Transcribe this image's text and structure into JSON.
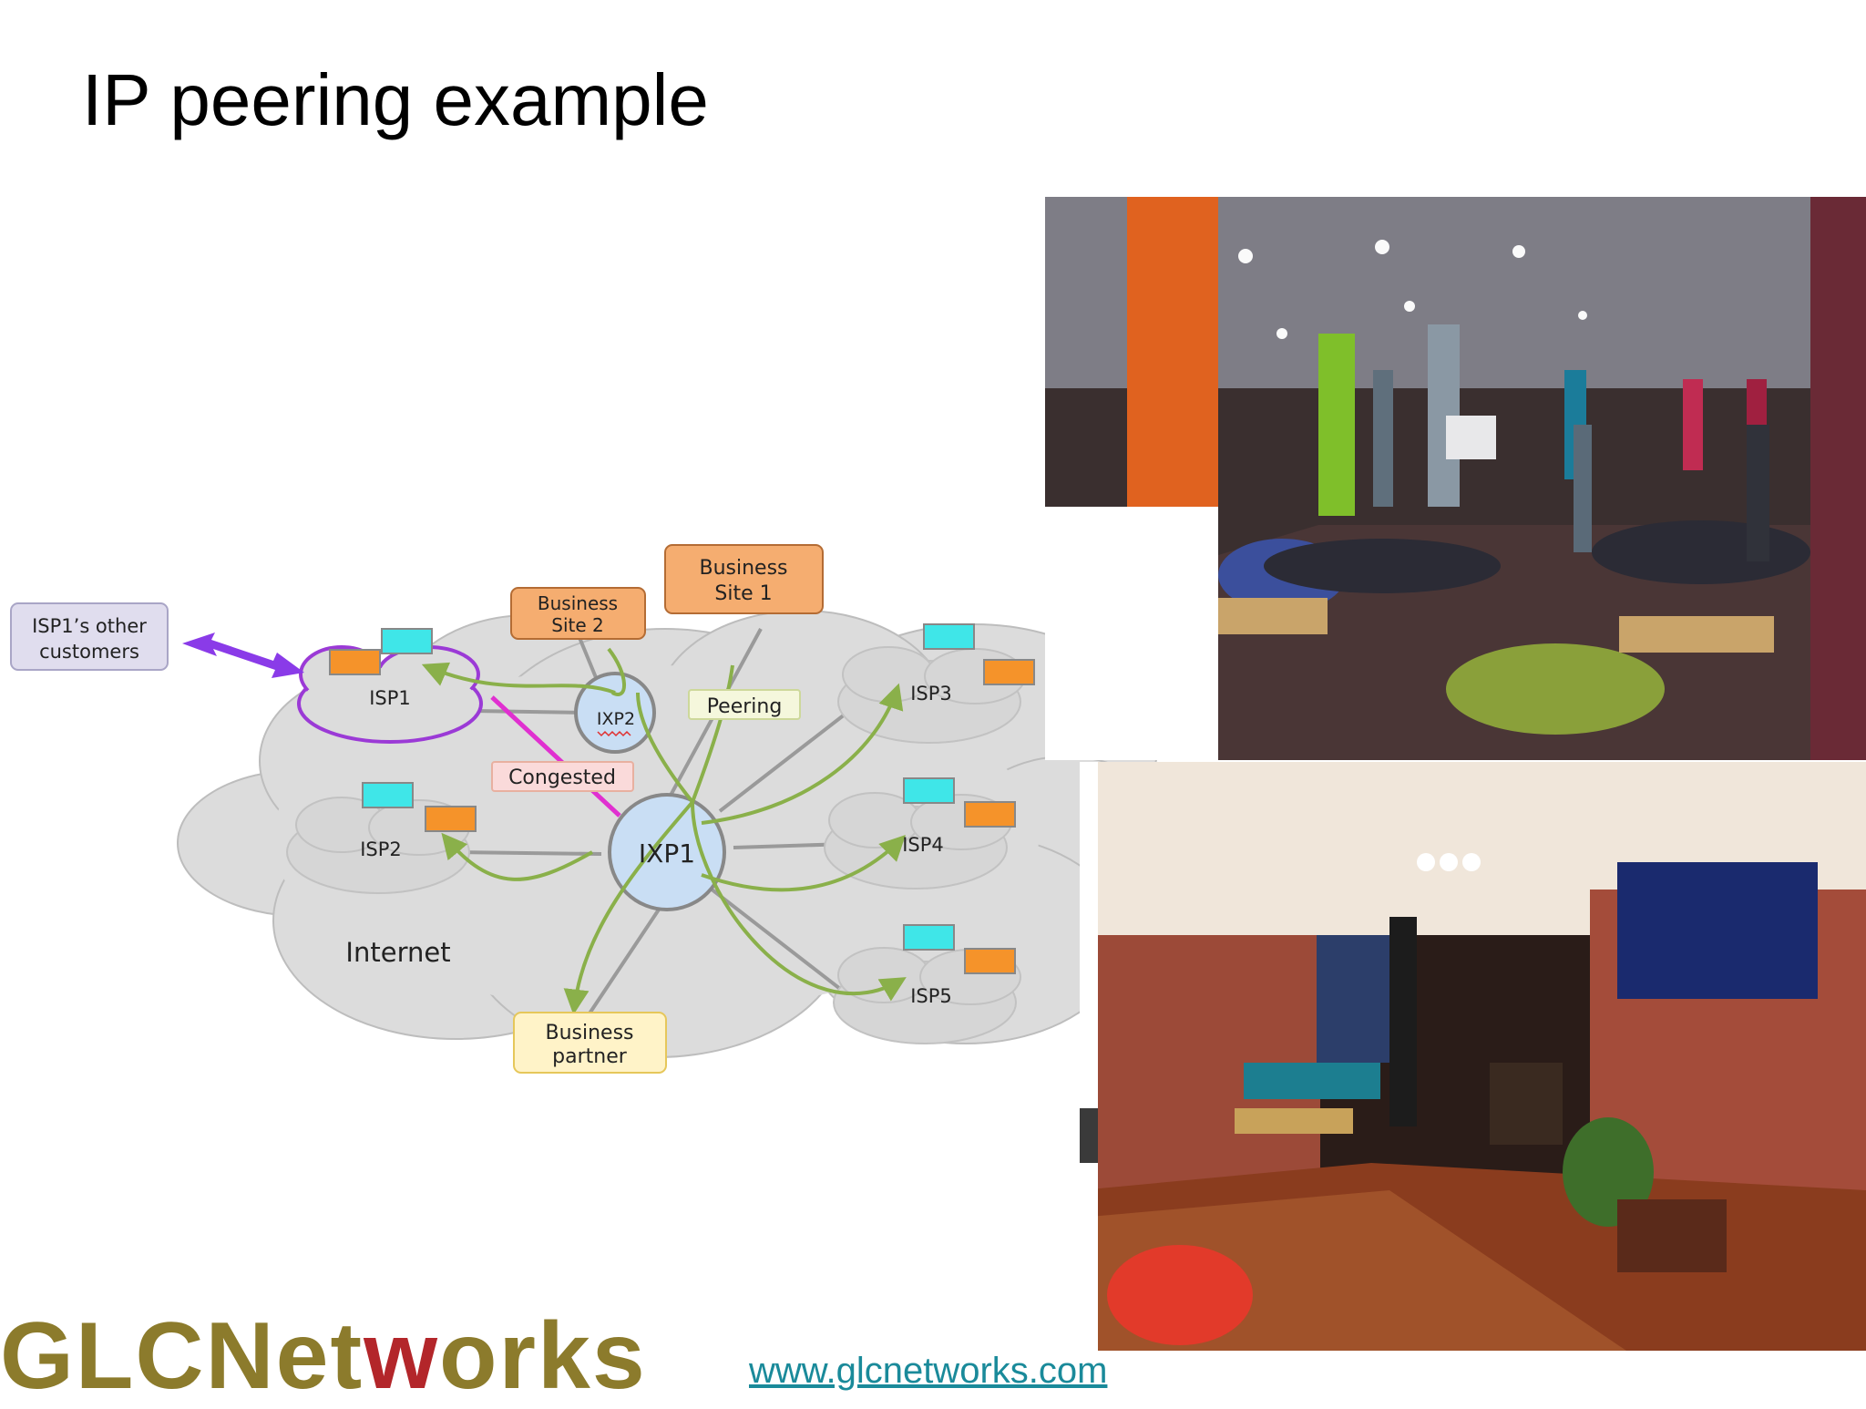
{
  "slide": {
    "title": "IP peering example"
  },
  "diagram": {
    "cloud_label": "Internet",
    "external_box": "ISP1’s other customers",
    "isps": [
      "ISP1",
      "ISP2",
      "ISP3",
      "ISP4",
      "ISP5"
    ],
    "ixps": [
      "IXP1",
      "IXP2"
    ],
    "sites": {
      "business_site_1": "Business Site 1",
      "business_site_2": "Business Site 2",
      "business_partner": "Business partner"
    },
    "tags": {
      "peering": "Peering",
      "congested": "Congested"
    },
    "colors": {
      "cloud": "#dcdcdc",
      "peering_arrow": "#8ab04a",
      "congested_link": "#e030d0",
      "isp1_outline": "#9b3ad6",
      "router_cyan": "#3fe6e8",
      "router_orange": "#f5932a",
      "business_box": "#f5ad70",
      "partner_box": "#fff3c8",
      "ixp_fill": "#c9def4"
    }
  },
  "footer": {
    "logo_pre": "GLCNet",
    "logo_accent": "w",
    "logo_post": "orks",
    "url": "www.glcnetworks.com"
  }
}
